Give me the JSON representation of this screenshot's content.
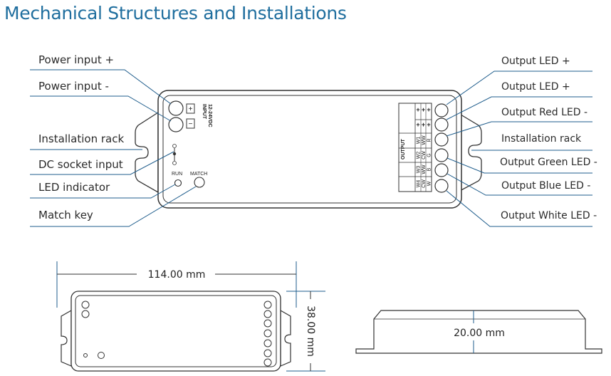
{
  "title": "Mechanical Structures and Installations",
  "left_labels": [
    "Power input +",
    "Power input -",
    "Installation rack",
    "DC socket input",
    "LED indicator",
    "Match key"
  ],
  "right_labels": [
    "Output LED +",
    "Output LED +",
    "Output Red LED -",
    "Installation rack",
    "Output Green LED -",
    "Output Blue LED -",
    "Output White LED -"
  ],
  "device": {
    "input_plus": "+",
    "input_minus": "−",
    "input_label": "INPUT",
    "input_voltage": "12-24VDC",
    "dc_plus": "⊕",
    "dc_minus": "⊖",
    "run": "RUN",
    "match": "MATCH",
    "output_label": "OUTPUT",
    "output_plus": "+",
    "output_cols": [
      [
        "W1",
        "WW",
        "R"
      ],
      [
        "W2",
        "CW",
        "G"
      ],
      [
        "W3",
        "WW",
        "B"
      ],
      [
        "W4",
        "CW",
        "W"
      ]
    ]
  },
  "dimensions": {
    "length": "114.00 mm",
    "width": "38.00 mm",
    "height": "20.00 mm"
  }
}
